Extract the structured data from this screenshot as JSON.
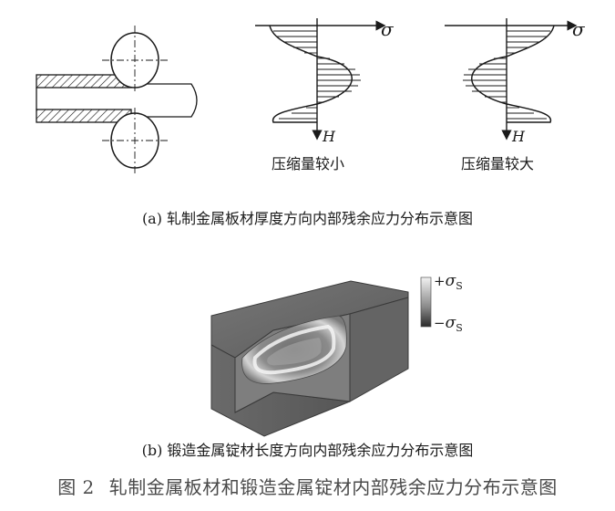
{
  "panel_a": {
    "sigma_symbol": "σ",
    "h_symbol": "H",
    "profile_small_label": "压缩量较小",
    "profile_large_label": "压缩量较大",
    "caption": "(a) 轧制金属板材厚度方向内部残余应力分布示意图"
  },
  "panel_b": {
    "scale_top_sign": "+",
    "scale_bottom_sign": "−",
    "scale_symbol": "σ",
    "scale_subscript": "S",
    "caption": "(b) 锻造金属锭材长度方向内部残余应力分布示意图"
  },
  "figure_caption": {
    "number": "图 2",
    "text": "轧制金属板材和锻造金属锭材内部残余应力分布示意图"
  },
  "colors": {
    "line": "#1a1a1a",
    "block_dark": "#5a5a5a",
    "block_mid": "#8a8a8a",
    "block_light": "#bdbdbd"
  }
}
